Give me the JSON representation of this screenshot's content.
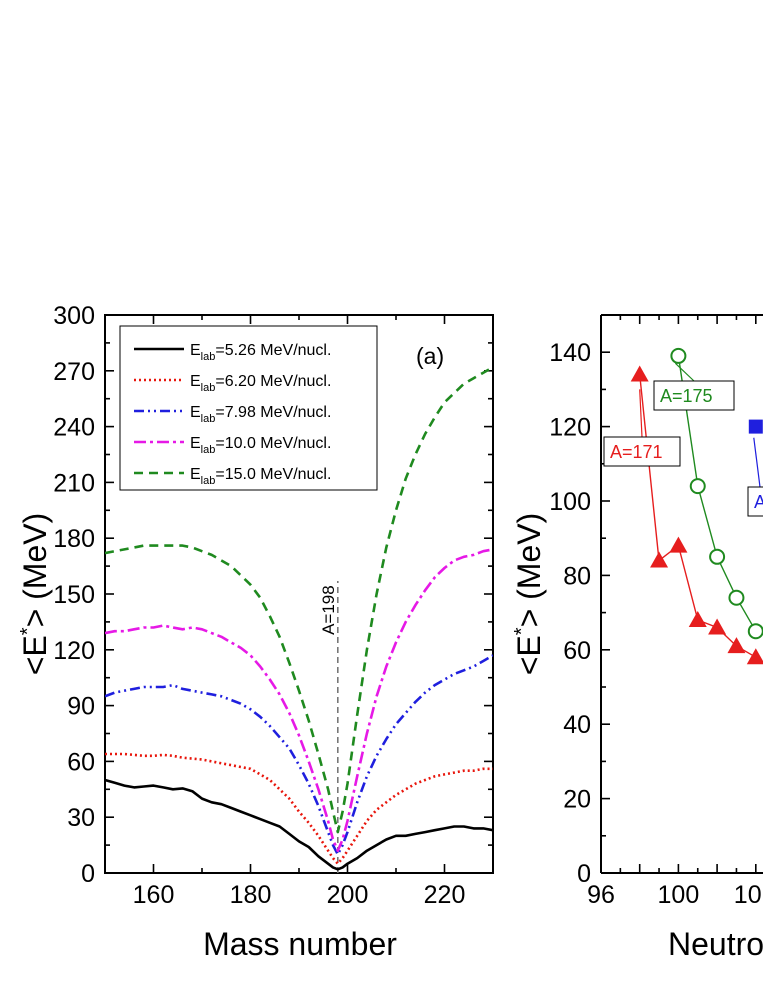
{
  "chart_data": [
    {
      "panel_label": "(a)",
      "type": "line",
      "xlabel": "Mass number",
      "ylabel": "<E*> (MeV)",
      "xlim": [
        150,
        230
      ],
      "ylim": [
        0,
        300
      ],
      "xticks": [
        160,
        180,
        200,
        220
      ],
      "yticks": [
        0,
        30,
        60,
        90,
        120,
        150,
        180,
        210,
        240,
        270,
        300
      ],
      "legend": {
        "placement": "top-left"
      },
      "annotation": {
        "text": "A=198",
        "x": 198
      },
      "series": [
        {
          "name": "E_lab=5.26 MeV/nucl.",
          "label_main": "E",
          "label_sub": "lab",
          "label_rest": "=5.26 MeV/nucl.",
          "color": "#000000",
          "dash": "solid",
          "x": [
            150,
            152,
            154,
            156,
            158,
            160,
            162,
            164,
            166,
            168,
            170,
            172,
            174,
            176,
            178,
            180,
            182,
            184,
            186,
            188,
            190,
            192,
            194,
            196,
            197,
            198,
            199,
            200,
            202,
            204,
            206,
            208,
            210,
            212,
            214,
            216,
            218,
            220,
            222,
            224,
            226,
            228,
            230
          ],
          "y": [
            50,
            48.5,
            47,
            46,
            46.5,
            47,
            46,
            45,
            45.5,
            44,
            40,
            38,
            37,
            35,
            33,
            31,
            29,
            27,
            25,
            21,
            17,
            14,
            9,
            5,
            3,
            2,
            3,
            5,
            8,
            12,
            15,
            18,
            20,
            20,
            21,
            22,
            23,
            24,
            25,
            25,
            24,
            24,
            23
          ]
        },
        {
          "name": "E_lab=6.20 MeV/nucl.",
          "label_main": "E",
          "label_sub": "lab",
          "label_rest": "=6.20 MeV/nucl.",
          "color": "#e8160c",
          "dash": "dotted",
          "x": [
            150,
            152,
            154,
            156,
            158,
            160,
            162,
            164,
            166,
            168,
            170,
            172,
            174,
            176,
            178,
            180,
            182,
            184,
            186,
            188,
            190,
            192,
            194,
            196,
            197,
            198,
            199,
            200,
            202,
            204,
            206,
            208,
            210,
            212,
            214,
            216,
            218,
            220,
            222,
            224,
            226,
            228,
            230
          ],
          "y": [
            64,
            64,
            64,
            63.5,
            63,
            63,
            63.5,
            63,
            62,
            61.5,
            61,
            60,
            59,
            58,
            57,
            56,
            53,
            50,
            45,
            40,
            33,
            27,
            20,
            12,
            8,
            5,
            8,
            12,
            20,
            28,
            34,
            38,
            42,
            45,
            48,
            50,
            52,
            53,
            54,
            55,
            55,
            56,
            56
          ]
        },
        {
          "name": "E_lab=7.98 MeV/nucl.",
          "label_main": "E",
          "label_sub": "lab",
          "label_rest": "=7.98 MeV/nucl.",
          "color": "#1f1fde",
          "dash": "dash-dot-dot",
          "x": [
            150,
            152,
            154,
            156,
            158,
            160,
            162,
            164,
            166,
            168,
            170,
            172,
            174,
            176,
            178,
            180,
            182,
            184,
            186,
            188,
            190,
            192,
            194,
            196,
            197,
            198,
            199,
            200,
            202,
            204,
            206,
            208,
            210,
            212,
            214,
            216,
            218,
            220,
            222,
            224,
            226,
            228,
            230
          ],
          "y": [
            95,
            97,
            98,
            99,
            100,
            100,
            100,
            101,
            99,
            98,
            97,
            96,
            95,
            93,
            91,
            88,
            84,
            79,
            73,
            67,
            58,
            48,
            36,
            22,
            15,
            10,
            15,
            22,
            38,
            52,
            63,
            72,
            80,
            86,
            92,
            97,
            101,
            104,
            107,
            109,
            111,
            114,
            117
          ]
        },
        {
          "name": "E_lab=10.0 MeV/nucl.",
          "label_main": "E",
          "label_sub": "lab",
          "label_rest": "=10.0 MeV/nucl.",
          "color": "#e619e6",
          "dash": "dash-dot",
          "x": [
            150,
            152,
            154,
            156,
            158,
            160,
            162,
            164,
            166,
            168,
            170,
            172,
            174,
            176,
            178,
            180,
            182,
            184,
            186,
            188,
            190,
            192,
            194,
            196,
            197,
            198,
            199,
            200,
            202,
            204,
            206,
            208,
            210,
            212,
            214,
            216,
            218,
            220,
            222,
            224,
            226,
            228,
            230
          ],
          "y": [
            129,
            130,
            130,
            131,
            132,
            132,
            133,
            132,
            131,
            132,
            131,
            129,
            127,
            124,
            121,
            117,
            111,
            104,
            96,
            86,
            74,
            60,
            45,
            28,
            18,
            12,
            18,
            28,
            52,
            75,
            95,
            111,
            124,
            135,
            144,
            152,
            159,
            164,
            168,
            170,
            171,
            173,
            174
          ]
        },
        {
          "name": "E_lab=15.0 MeV/nucl.",
          "label_main": "E",
          "label_sub": "lab",
          "label_rest": "=15.0 MeV/nucl.",
          "color": "#1f8a1f",
          "dash": "dashed",
          "x": [
            150,
            152,
            154,
            156,
            158,
            160,
            162,
            164,
            166,
            168,
            170,
            172,
            174,
            176,
            178,
            180,
            182,
            184,
            186,
            188,
            190,
            192,
            194,
            196,
            197,
            198,
            199,
            200,
            202,
            204,
            206,
            208,
            210,
            212,
            214,
            216,
            218,
            220,
            222,
            224,
            226,
            228,
            230
          ],
          "y": [
            172,
            173,
            174,
            175,
            176,
            176,
            176,
            176,
            176,
            175,
            173,
            171,
            168,
            165,
            160,
            155,
            148,
            138,
            127,
            113,
            98,
            82,
            64,
            45,
            33,
            22,
            33,
            48,
            85,
            120,
            150,
            175,
            195,
            212,
            225,
            236,
            245,
            253,
            258,
            263,
            266,
            269,
            272
          ]
        }
      ]
    },
    {
      "type": "scatter",
      "xlabel": "Neutro",
      "ylabel": "<E*> (MeV)",
      "xlim": [
        96,
        110
      ],
      "ylim": [
        0,
        150
      ],
      "xticks": [
        96,
        100,
        104
      ],
      "xtick_labels": [
        "96",
        "100",
        "10"
      ],
      "yticks": [
        0,
        20,
        40,
        60,
        80,
        100,
        120,
        140
      ],
      "series": [
        {
          "name": "A=171",
          "color": "#e61e1e",
          "marker": "filled-triangle",
          "x": [
            98,
            99,
            100,
            101,
            102,
            103,
            104
          ],
          "y": [
            134,
            84,
            88,
            68,
            66,
            61,
            58
          ]
        },
        {
          "name": "A=175",
          "color": "#1f8a1f",
          "marker": "open-circle",
          "x": [
            100,
            101,
            102,
            103,
            104
          ],
          "y": [
            139,
            104,
            85,
            74,
            65
          ]
        },
        {
          "name": "A",
          "color": "#1f1fde",
          "marker": "filled-square",
          "x": [
            104
          ],
          "y": [
            120
          ]
        }
      ],
      "series_labels": [
        {
          "text": "A=171",
          "color": "#e61e1e"
        },
        {
          "text": "A=175",
          "color": "#1f8a1f"
        },
        {
          "text": "A",
          "color": "#1f1fde"
        }
      ]
    }
  ]
}
